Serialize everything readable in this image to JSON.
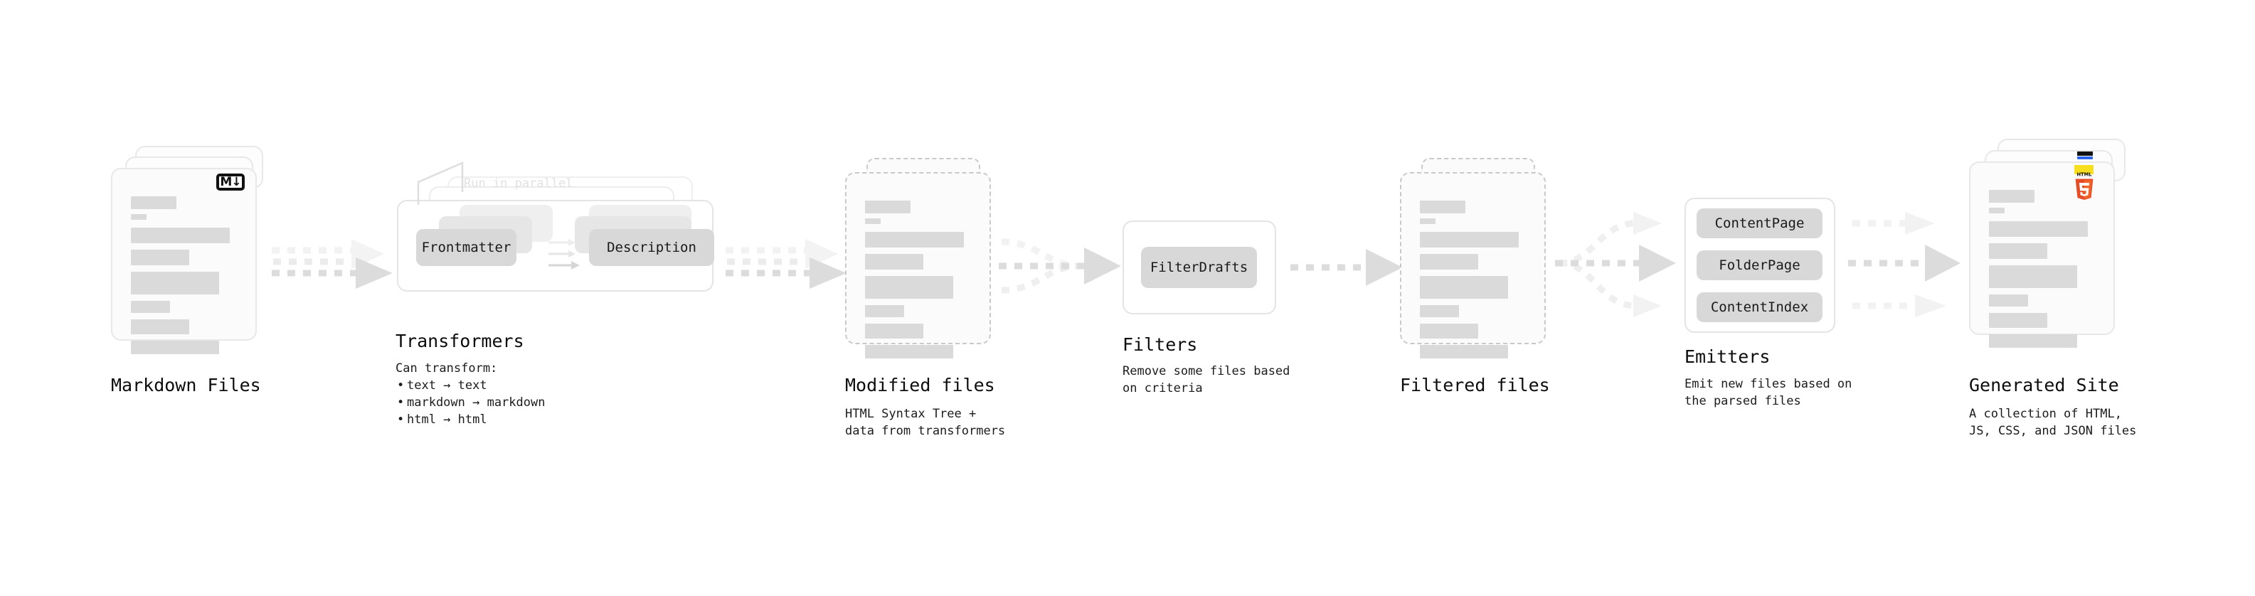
{
  "diagram": {
    "title_hidden": "",
    "run_in_parallel_label": "Run in parallel",
    "stages": [
      {
        "key": "markdown_files",
        "title": "Markdown Files",
        "subtitle": "",
        "badge": "markdown-logo"
      },
      {
        "key": "transformers",
        "title": "Transformers",
        "subtitle": "",
        "pills": [
          "Frontmatter",
          "Description"
        ],
        "list_header": "Can transform:",
        "list_items": [
          "text → text",
          "markdown → markdown",
          "html → html"
        ]
      },
      {
        "key": "modified_files",
        "title": "Modified files",
        "subtitle": "HTML Syntax Tree +\ndata from transformers"
      },
      {
        "key": "filters",
        "title": "Filters",
        "subtitle": "Remove some files based\non criteria",
        "pills": [
          "FilterDrafts"
        ]
      },
      {
        "key": "filtered_files",
        "title": "Filtered files",
        "subtitle": ""
      },
      {
        "key": "emitters",
        "title": "Emitters",
        "subtitle": "Emit new files based on\nthe parsed files",
        "pills": [
          "ContentPage",
          "FolderPage",
          "ContentIndex"
        ]
      },
      {
        "key": "generated_site",
        "title": "Generated Site",
        "subtitle": "A collection of HTML,\nJS, CSS, and JSON files",
        "badges": [
          "html5-logo",
          "js-logo",
          "css-logo"
        ]
      }
    ],
    "colors": {
      "card_fill": "#fbfbfb",
      "card_border": "#e8e8e8",
      "dashed_border": "#c9c9c9",
      "placeholder_line": "#dadada",
      "pill_fill": "#d8d8d8",
      "arrow": "#d9d9d9",
      "arrow_faint": "#efefef",
      "text": "#0d0d0d",
      "html5_orange": "#e44d26",
      "html5_light": "#f16529",
      "js_yellow": "#f7df1e",
      "css_blue": "#2965f1"
    }
  }
}
